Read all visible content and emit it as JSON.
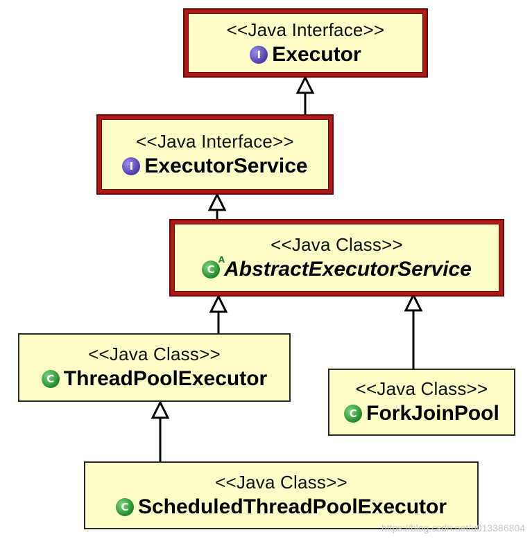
{
  "diagram": {
    "nodes": {
      "executor": {
        "stereotype": "<<Java Interface>>",
        "name": "Executor",
        "kind": "interface",
        "badge_icon": "interface-icon"
      },
      "executor_service": {
        "stereotype": "<<Java Interface>>",
        "name": "ExecutorService",
        "kind": "interface",
        "badge_icon": "interface-icon"
      },
      "abstract_executor_service": {
        "stereotype": "<<Java Class>>",
        "name": "AbstractExecutorService",
        "kind": "abstract-class",
        "badge_icon": "abstract-class-icon"
      },
      "thread_pool_executor": {
        "stereotype": "<<Java Class>>",
        "name": "ThreadPoolExecutor",
        "kind": "class",
        "badge_icon": "class-icon"
      },
      "fork_join_pool": {
        "stereotype": "<<Java Class>>",
        "name": "ForkJoinPool",
        "kind": "class",
        "badge_icon": "class-icon"
      },
      "scheduled_thread_pool_executor": {
        "stereotype": "<<Java Class>>",
        "name": "ScheduledThreadPoolExecutor",
        "kind": "class",
        "badge_icon": "class-icon"
      }
    },
    "edges": [
      {
        "from": "executor_service",
        "to": "executor",
        "type": "generalization"
      },
      {
        "from": "abstract_executor_service",
        "to": "executor_service",
        "type": "generalization"
      },
      {
        "from": "thread_pool_executor",
        "to": "abstract_executor_service",
        "type": "generalization"
      },
      {
        "from": "fork_join_pool",
        "to": "abstract_executor_service",
        "type": "generalization"
      },
      {
        "from": "scheduled_thread_pool_executor",
        "to": "thread_pool_executor",
        "type": "generalization"
      }
    ],
    "colors": {
      "box_fill": "#fdfdc8",
      "selected_border": "#b11818",
      "interface_badge": "#4b3aa8",
      "class_badge": "#1f8a2a"
    },
    "badges": {
      "interface": "I",
      "class": "C",
      "abstract_mark": "A"
    }
  },
  "watermark": "https://blog.csdn.net/u013386804"
}
